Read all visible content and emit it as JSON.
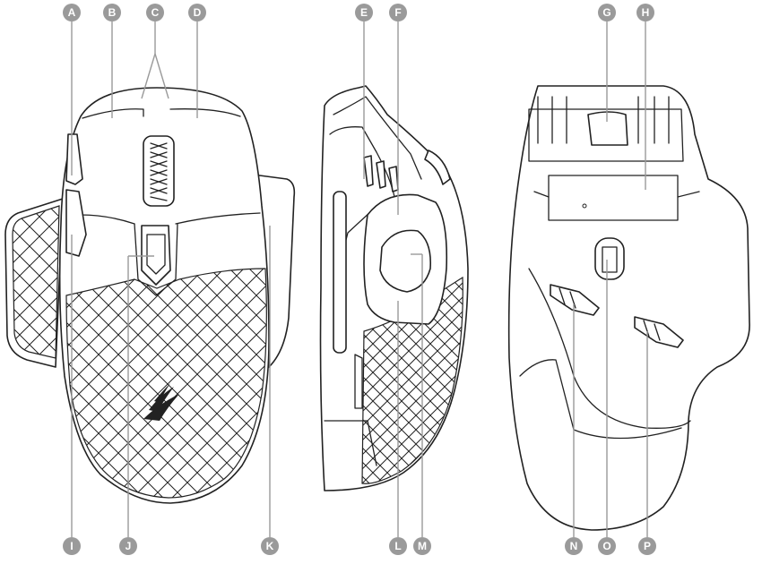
{
  "callouts": [
    {
      "letter": "A"
    },
    {
      "letter": "B"
    },
    {
      "letter": "C"
    },
    {
      "letter": "D"
    },
    {
      "letter": "E"
    },
    {
      "letter": "F"
    },
    {
      "letter": "G"
    },
    {
      "letter": "H"
    },
    {
      "letter": "I"
    },
    {
      "letter": "J"
    },
    {
      "letter": "K"
    },
    {
      "letter": "L"
    },
    {
      "letter": "M"
    },
    {
      "letter": "N"
    },
    {
      "letter": "O"
    },
    {
      "letter": "P"
    }
  ],
  "colors": {
    "outline": "#222222",
    "callout": "#9a9a9a",
    "callout_text": "#ffffff",
    "background": "#ffffff"
  }
}
